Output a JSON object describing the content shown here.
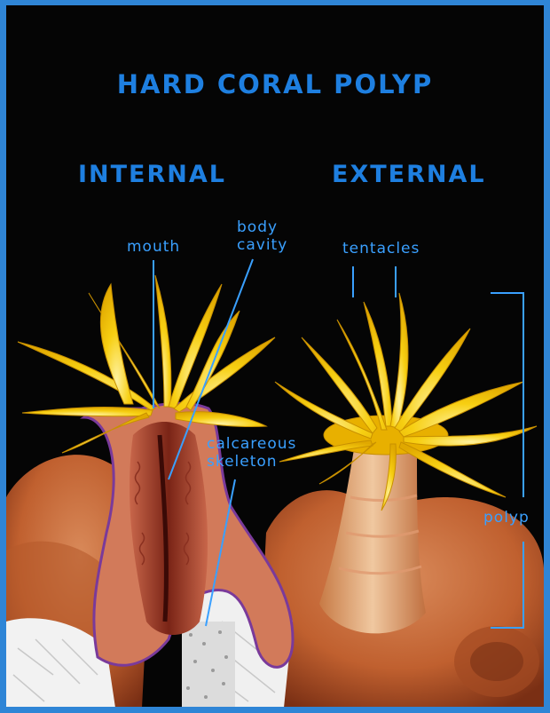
{
  "title": "HARD CORAL POLYP",
  "internal_heading": "INTERNAL",
  "external_heading": "EXTERNAL",
  "labels": {
    "mouth": "mouth",
    "body_cavity_1": "body",
    "body_cavity_2": "cavity",
    "tentacles": "tentacles",
    "calcareous_1": "calcareous",
    "calcareous_2": "skeleton",
    "polyp": "polyp"
  },
  "colors": {
    "frame": "#2f85d6",
    "heading": "#1e7fe0",
    "label": "#3aa0ff",
    "tentacle": "#f5c400",
    "tissue": "#c96a3a",
    "skeleton": "#eeeeee"
  }
}
